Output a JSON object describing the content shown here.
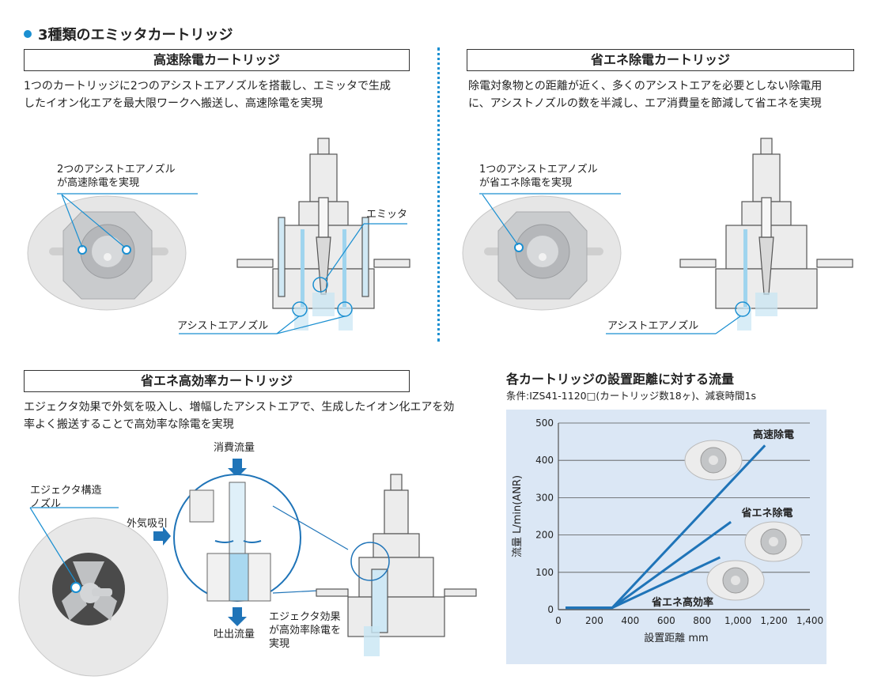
{
  "main_title": "3種類のエミッタカートリッジ",
  "sec1": {
    "header": "高速除電カートリッジ",
    "desc_line1": "1つのカートリッジに2つのアシストエアノズルを搭載し、エミッタで生成",
    "desc_line2": "したイオン化エアを最大限ワークへ搬送し、高速除電を実現",
    "callout_l1": "2つのアシストエアノズル",
    "callout_l2": "が高速除電を実現",
    "emitter_label": "エミッタ",
    "nozzle_label": "アシストエアノズル"
  },
  "sec2": {
    "header": "省エネ除電カートリッジ",
    "desc_line1": "除電対象物との距離が近く、多くのアシストエアを必要としない除電用",
    "desc_line2": "に、アシストノズルの数を半減し、エア消費量を節減して省エネを実現",
    "callout_l1": "1つのアシストエアノズル",
    "callout_l2": "が省エネ除電を実現",
    "nozzle_label": "アシストエアノズル"
  },
  "sec3": {
    "header": "省エネ高効率カートリッジ",
    "desc_line1": "エジェクタ効果で外気を吸入し、増幅したアシストエアで、生成したイオン化エアを効",
    "desc_line2": "率よく搬送することで高効率な除電を実現",
    "ejector_l1": "エジェクタ構造",
    "ejector_l2": "ノズル",
    "intake": "外気吸引",
    "consumption": "消費流量",
    "discharge": "吐出流量",
    "effect_l1": "エジェクタ効果",
    "effect_l2": "が高効率除電を",
    "effect_l3": "実現"
  },
  "chart_title": "各カートリッジの設置距離に対する流量",
  "chart_condition": "条件:IZS41-1120□(カートリッジ数18ヶ)、減衰時間1s",
  "colors": {
    "accent": "#1a8fd1",
    "line": "#1f74b8",
    "chart_bg": "#dbe7f5"
  },
  "chart_data": {
    "type": "line",
    "xlabel": "設置距離 mm",
    "ylabel": "流量 L/min(ANR)",
    "xlim": [
      0,
      1400
    ],
    "ylim": [
      0,
      500
    ],
    "x_ticks": [
      "0",
      "200",
      "400",
      "600",
      "800",
      "1,000",
      "1,200",
      "1,400"
    ],
    "y_ticks": [
      "0",
      "100",
      "200",
      "300",
      "400",
      "500"
    ],
    "grid": "horizontal",
    "series": [
      {
        "name": "高速除電",
        "x": [
          40,
          300,
          1150
        ],
        "y": [
          5,
          5,
          440
        ]
      },
      {
        "name": "省エネ除電",
        "x": [
          40,
          300,
          960
        ],
        "y": [
          5,
          5,
          235
        ]
      },
      {
        "name": "省エネ高効率",
        "x": [
          40,
          300,
          900
        ],
        "y": [
          5,
          5,
          140
        ]
      }
    ]
  }
}
